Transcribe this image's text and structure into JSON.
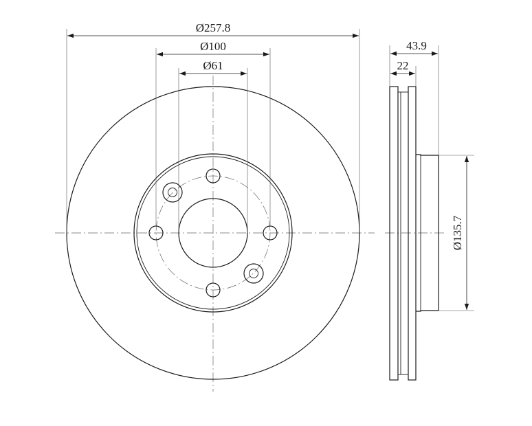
{
  "dimensions": {
    "outer_diameter": "Ø257.8",
    "bolt_circle_diameter": "Ø100",
    "center_bore_diameter": "Ø61",
    "total_height": "43.9",
    "disc_thickness": "22",
    "hat_diameter": "Ø135.7"
  }
}
